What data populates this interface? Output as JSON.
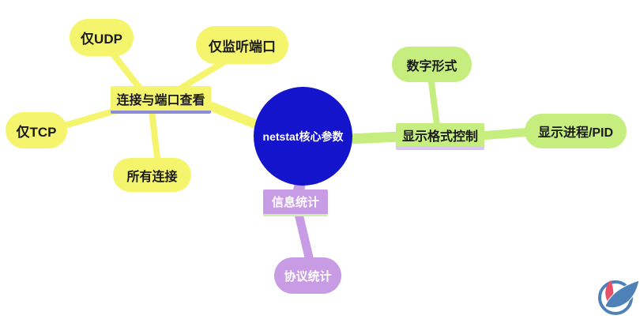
{
  "diagram": {
    "type": "mindmap",
    "title": "netstat核心参数"
  },
  "nodes": {
    "center": {
      "label": "netstat核心参数"
    },
    "conn_port": {
      "label": "连接与端口查看"
    },
    "only_udp": {
      "label": "仅UDP"
    },
    "only_listen": {
      "label": "仅监听端口"
    },
    "only_tcp": {
      "label": "仅TCP"
    },
    "all_conn": {
      "label": "所有连接"
    },
    "num_format": {
      "label": "数字形式"
    },
    "disp_format": {
      "label": "显示格式控制"
    },
    "show_pid": {
      "label": "显示进程/PID"
    },
    "info_stat": {
      "label": "信息统计"
    },
    "proto_stat": {
      "label": "协议统计"
    }
  },
  "colors": {
    "center_fill": "#1414cd",
    "center_text": "#ffffff",
    "branch_yellow": "#f5f56d",
    "branch_green": "#c6ee7e",
    "branch_purple": "#c89ce4",
    "underline_conn_port": "#8c8cd8",
    "underline_disp_format": "#d8c8f2",
    "underline_info_stat": "#cdf0a8",
    "node_text_dark": "#1a1a1a",
    "node_text_light": "#ffffff",
    "logo_blue": "#4f81b9",
    "logo_red": "#e8506a"
  },
  "icons": {
    "watermark_logo": "leaf-and-flame-in-circle"
  }
}
